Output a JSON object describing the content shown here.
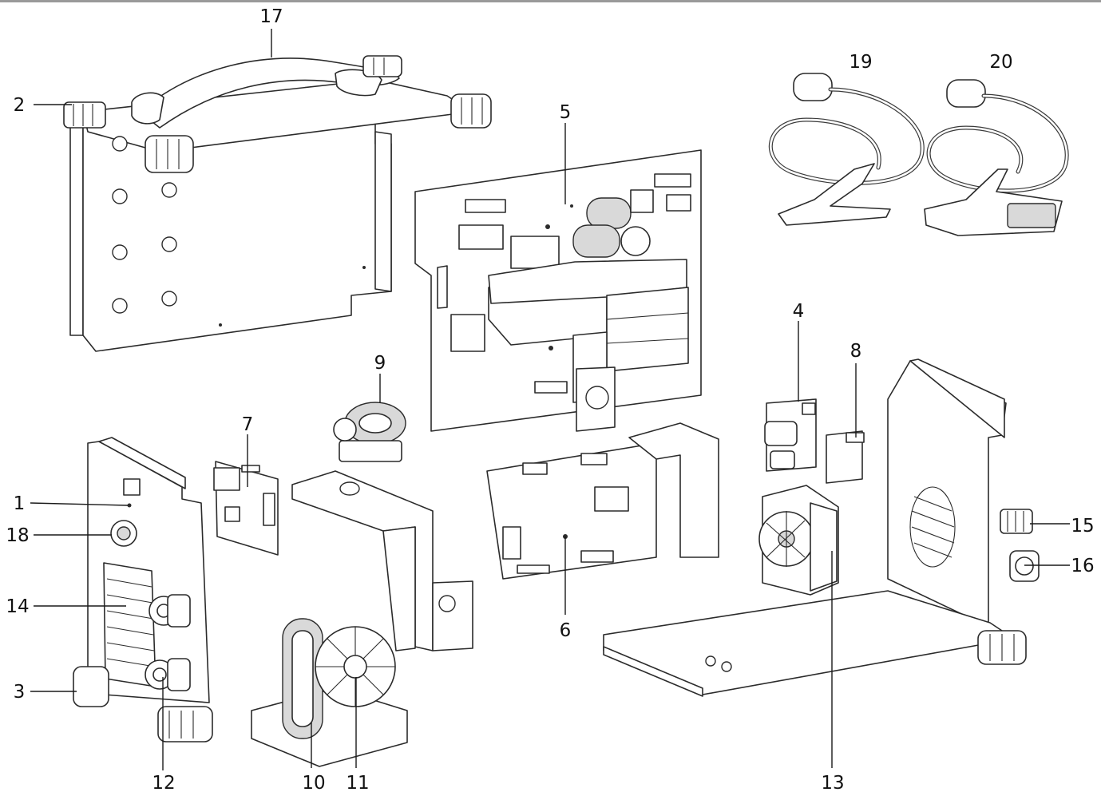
{
  "colors": {
    "line": "#2b2b2b",
    "text": "#111111",
    "background": "#ffffff",
    "top_rule": "#9a9a9a"
  },
  "callouts": [
    {
      "id": "c1",
      "label": "1"
    },
    {
      "id": "c2",
      "label": "2"
    },
    {
      "id": "c3",
      "label": "3"
    },
    {
      "id": "c4",
      "label": "4"
    },
    {
      "id": "c5",
      "label": "5"
    },
    {
      "id": "c6",
      "label": "6"
    },
    {
      "id": "c7",
      "label": "7"
    },
    {
      "id": "c8",
      "label": "8"
    },
    {
      "id": "c9",
      "label": "9"
    },
    {
      "id": "c10",
      "label": "10"
    },
    {
      "id": "c11",
      "label": "11"
    },
    {
      "id": "c12",
      "label": "12"
    },
    {
      "id": "c13",
      "label": "13"
    },
    {
      "id": "c14",
      "label": "14"
    },
    {
      "id": "c15",
      "label": "15"
    },
    {
      "id": "c16",
      "label": "16"
    },
    {
      "id": "c17",
      "label": "17"
    },
    {
      "id": "c18",
      "label": "18"
    },
    {
      "id": "c19",
      "label": "19"
    },
    {
      "id": "c20",
      "label": "20"
    }
  ]
}
